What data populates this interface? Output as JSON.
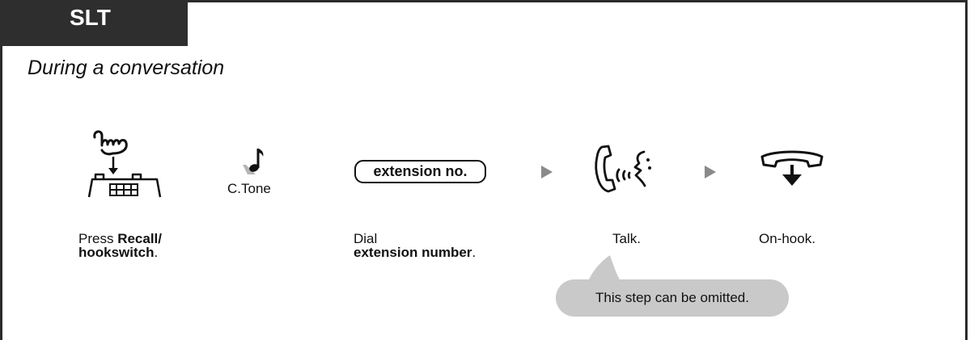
{
  "header": {
    "tag": "SLT",
    "subtitle": "During a conversation"
  },
  "steps": {
    "recall": {
      "caption_prefix": "Press ",
      "caption_bold_1": "Recall/",
      "caption_bold_2": "hookswitch",
      "caption_suffix": "."
    },
    "ctone": {
      "label": "C.Tone"
    },
    "dial": {
      "key_label": "extension no.",
      "caption_line1": "Dial",
      "caption_bold": "extension number",
      "caption_suffix": "."
    },
    "talk": {
      "caption": "Talk."
    },
    "onhook": {
      "caption": "On-hook."
    }
  },
  "note": {
    "text": "This step can be omitted."
  },
  "icons": {
    "recall": "hand-pressing-hookswitch-icon",
    "ctone": "music-note-tone-icon",
    "talk": "handset-talk-icon",
    "onhook": "handset-on-hook-icon",
    "arrow": "right-triangle-arrow-icon"
  },
  "colors": {
    "header_bg": "#2e2e2e",
    "header_text": "#ffffff",
    "arrow": "#8a8a8a",
    "bubble": "#c9c9c9"
  }
}
